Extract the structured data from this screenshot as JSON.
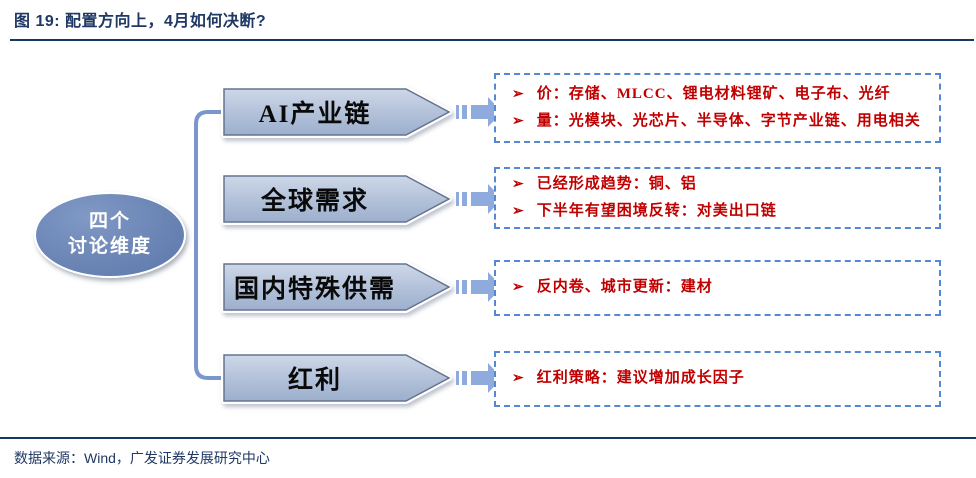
{
  "header": {
    "title": "图 19: 配置方向上，4月如何决断?"
  },
  "oval": {
    "line1": "四个",
    "line2": "讨论维度"
  },
  "rows": [
    {
      "label": "AI产业链",
      "bullets": [
        "价：存储、MLCC、锂电材料锂矿、电子布、光纤",
        "量：光模块、光芯片、半导体、字节产业链、用电相关"
      ]
    },
    {
      "label": "全球需求",
      "bullets": [
        "已经形成趋势：铜、铝",
        "下半年有望困境反转：对美出口链"
      ]
    },
    {
      "label": "国内特殊供需",
      "bullets": [
        "反内卷、城市更新：建材"
      ]
    },
    {
      "label": "红利",
      "bullets": [
        "红利策略：建议增加成长因子"
      ]
    }
  ],
  "footer": {
    "source": "数据来源：Wind，广发证券发展研究中心"
  },
  "ui": {
    "bullet_glyph": "➢"
  },
  "colors": {
    "title_navy": "#1f3864",
    "rule_navy": "#17375e",
    "red_text": "#c00000",
    "dashed_border": "#5588d4",
    "chevron_fill_top": "#cdd7e8",
    "chevron_fill_bottom": "#9cafcd",
    "oval_fill": "#6b85b5",
    "striped_arrow": "#8faadc",
    "bracket_line": "#7b96cc"
  }
}
